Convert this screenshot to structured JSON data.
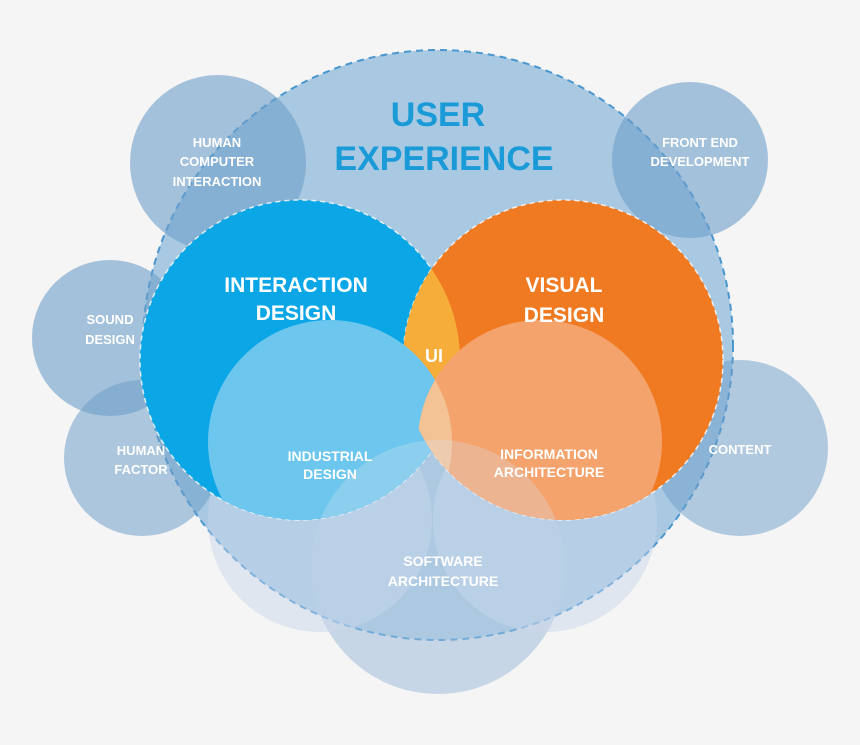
{
  "diagram": {
    "title_line1": "USER",
    "title_line2": "EXPERIENCE",
    "interaction_design": [
      "INTERACTION",
      "DESIGN"
    ],
    "visual_design": [
      "VISUAL",
      "DESIGN"
    ],
    "ui": "UI",
    "industrial_design": [
      "INDUSTRIAL",
      "DESIGN"
    ],
    "information_architecture": [
      "INFORMATION",
      "ARCHITECTURE"
    ],
    "software_architecture": [
      "SOFTWARE",
      "ARCHITECTURE"
    ],
    "human_computer_interaction": [
      "HUMAN",
      "COMPUTER",
      "INTERACTION"
    ],
    "front_end_development": [
      "FRONT END",
      "DEVELOPMENT"
    ],
    "sound_design": [
      "SOUND",
      "DESIGN"
    ],
    "human_factor": [
      "HUMAN",
      "FACTOR"
    ],
    "content": "CONTENT"
  },
  "colors": {
    "background": "#f5f5f5",
    "ux_circle": "#8fb9db",
    "ux_border": "#4a96cf",
    "satellite": "#7ea8cf",
    "interaction": "#0aa6e6",
    "visual": "#f07a22",
    "ui": "#f6ad3a",
    "industrial": "#6cc6ee",
    "information": "#f4a36c",
    "title": "#1a9bd8",
    "label_white": "#ffffff"
  }
}
